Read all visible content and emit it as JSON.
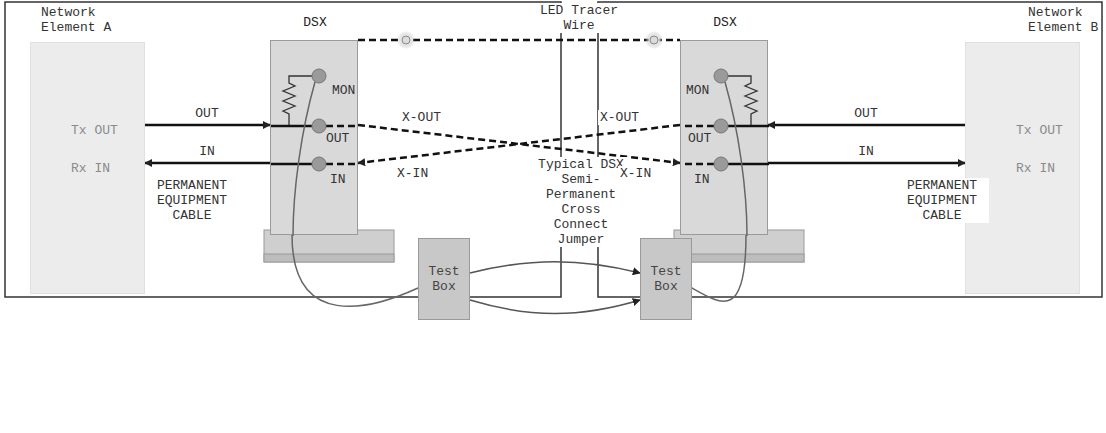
{
  "diagram": {
    "nodes": [
      {
        "text": [
          "Network Element A",
          "Tx OUT",
          "Rx IN"
        ]
      },
      {
        "text": [
          "DSX",
          "MON",
          "OUT",
          "IN"
        ]
      },
      {
        "text": [
          "DSX",
          "MON",
          "OUT",
          "IN"
        ]
      },
      {
        "text": [
          "Network Element B",
          "Tx OUT",
          "Rx IN"
        ]
      },
      {
        "text": [
          "Test Box"
        ]
      },
      {
        "text": [
          "Test Box"
        ]
      }
    ],
    "edges": [
      {
        "from": 0,
        "to": 1,
        "label": "OUT",
        "arrow": "to"
      },
      {
        "from": 1,
        "to": 0,
        "label": "IN",
        "arrow": "to"
      },
      {
        "from": 1,
        "to": 2,
        "arrow": "to"
      },
      {
        "from": 2,
        "to": 1,
        "arrow": "to"
      },
      {
        "from": 1,
        "to": 2,
        "label": "LED Tracer Wire",
        "arrow": "none"
      },
      {
        "from": 3,
        "to": 2,
        "label": "OUT",
        "arrow": "to"
      },
      {
        "from": 2,
        "to": 3,
        "label": "IN",
        "arrow": "to"
      },
      {
        "from": 1,
        "to": 4,
        "arrow": "none"
      },
      {
        "from": 2,
        "to": 5,
        "arrow": "none"
      },
      {
        "from": 4,
        "to": 5,
        "arrow": "to"
      },
      {
        "from": 4,
        "to": 5,
        "arrow": "to"
      }
    ],
    "labels": [
      "PERMANENT EQUIPMENT CABLE",
      "X-OUT",
      "X-IN",
      "Typical DSX Semi-Permanent Cross Connect Jumper",
      "X-OUT",
      "X-IN",
      "PERMANENT EQUIPMENT CABLE"
    ]
  }
}
